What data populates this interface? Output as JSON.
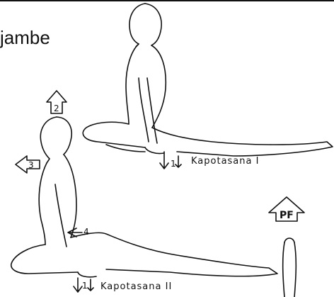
{
  "heading_partial": "jambe",
  "figures": [
    {
      "label": "Kapotasana  I"
    },
    {
      "label": "Kapotasana  II"
    }
  ],
  "arrow_numbers": [
    "1",
    "2",
    "3",
    "4",
    "1"
  ],
  "small_sign": "PF",
  "colors": {
    "ink": "#111111",
    "background": "#ffffff"
  }
}
